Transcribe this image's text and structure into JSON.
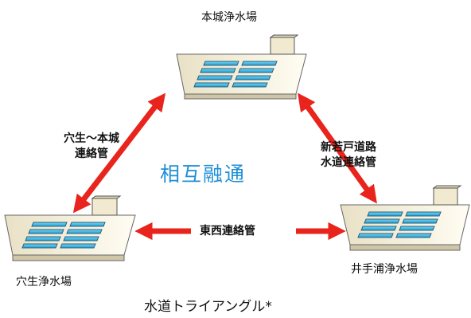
{
  "diagram": {
    "plants": {
      "top": "本城浄水場",
      "left": "穴生浄水場",
      "right": "井手浦浄水場"
    },
    "pipes": {
      "left_top": [
        "穴生～本城",
        "連絡管"
      ],
      "right_top": [
        "新若戸道路",
        "水道連絡管"
      ],
      "bottom": "東西連絡管"
    },
    "center_label": "相互融通",
    "caption": "水道トライアングル*"
  },
  "colors": {
    "arrow": "#e8241c",
    "tank_water": "#35b6e6",
    "basin_fill": "#f3efe0",
    "center_text": "#1f8fd6"
  }
}
